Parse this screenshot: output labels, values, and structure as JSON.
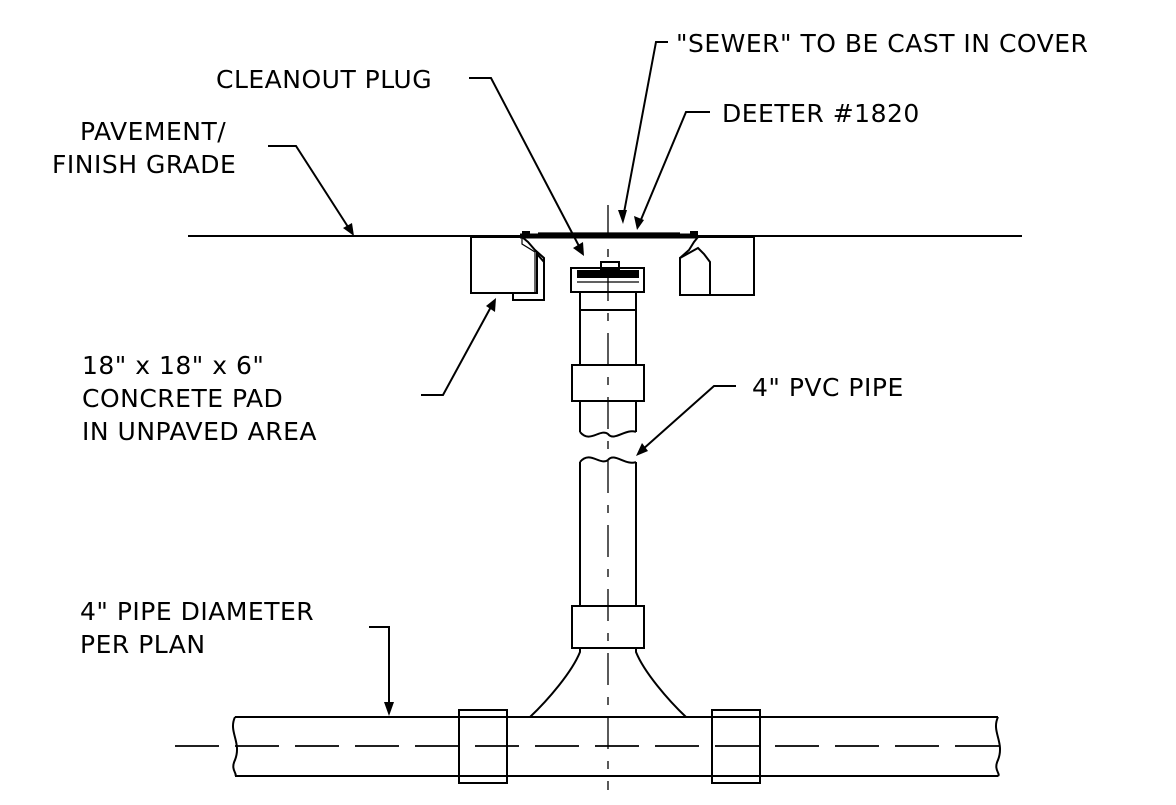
{
  "labels": {
    "sewer_cast": "\"SEWER\" TO BE CAST IN COVER",
    "cleanout_plug": "CLEANOUT PLUG",
    "deeter": "DEETER #1820",
    "pavement_l1": "PAVEMENT/",
    "pavement_l2": "FINISH GRADE",
    "pad_l1": "18\" x 18\" x 6\"",
    "pad_l2": "CONCRETE PAD",
    "pad_l3": "IN UNPAVED AREA",
    "pvc_pipe": "4\" PVC PIPE",
    "diam_l1": "4\" PIPE DIAMETER",
    "diam_l2": "PER PLAN"
  }
}
